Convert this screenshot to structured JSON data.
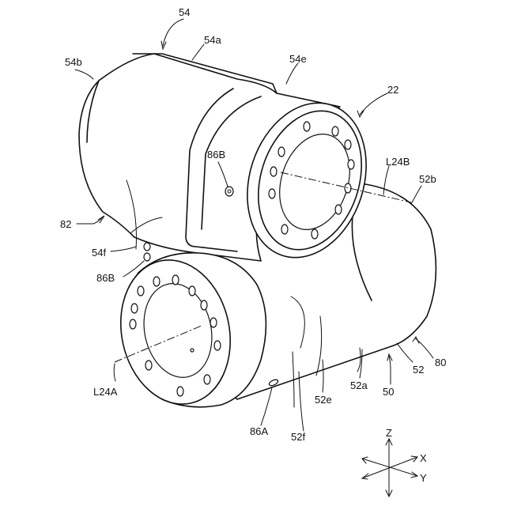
{
  "labels": {
    "l54": "54",
    "l54a": "54a",
    "l54b": "54b",
    "l54e": "54e",
    "l22": "22",
    "l86B_top": "86B",
    "l86B_left": "86B",
    "l82": "82",
    "l54f": "54f",
    "lL24B": "L24B",
    "l52b": "52b",
    "l80": "80",
    "l52": "52",
    "l50": "50",
    "l52a": "52a",
    "l52e": "52e",
    "l52f": "52f",
    "l86A": "86A",
    "lL24A": "L24A"
  },
  "axes": {
    "z": "Z",
    "x": "X",
    "y": "Y"
  }
}
